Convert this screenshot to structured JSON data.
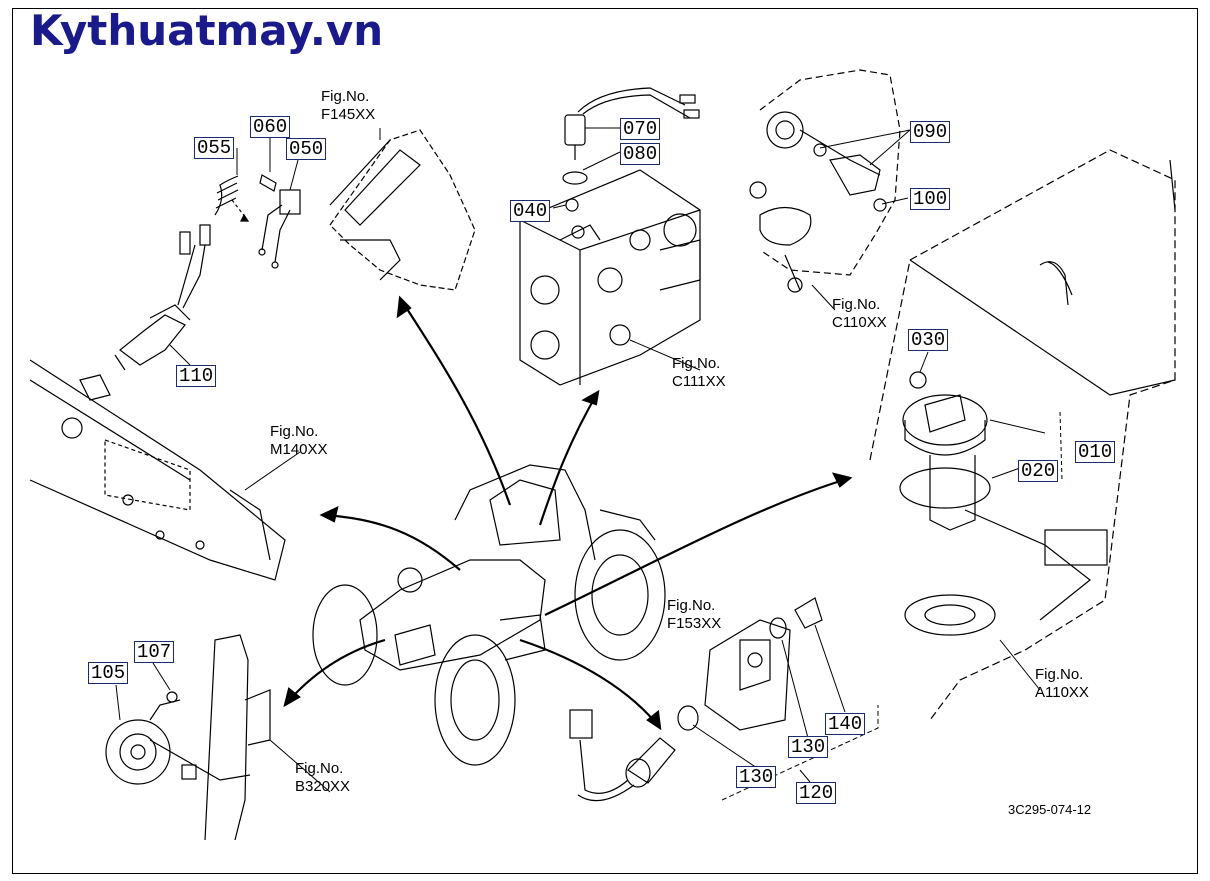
{
  "brand": "Kythuatmay.vn",
  "drawing_code": "3C295-074-12",
  "parts": {
    "p055": "055",
    "p060": "060",
    "p050": "050",
    "p070": "070",
    "p080": "080",
    "p040": "040",
    "p090": "090",
    "p100": "100",
    "p030": "030",
    "p010": "010",
    "p020": "020",
    "p110": "110",
    "p107": "107",
    "p105": "105",
    "p140": "140",
    "p130a": "130",
    "p130b": "130",
    "p120": "120"
  },
  "figs": {
    "f145_no": "Fig.No.",
    "f145": "F145XX",
    "c110_no": "Fig.No.",
    "c110": "C110XX",
    "c111_no": "Fig.No.",
    "c111": "C111XX",
    "m140_no": "Fig.No.",
    "m140": "M140XX",
    "f153_no": "Fig.No.",
    "f153": "F153XX",
    "a110_no": "Fig.No.",
    "a110": "A110XX",
    "b320_no": "Fig.No.",
    "b320": "B320XX"
  }
}
